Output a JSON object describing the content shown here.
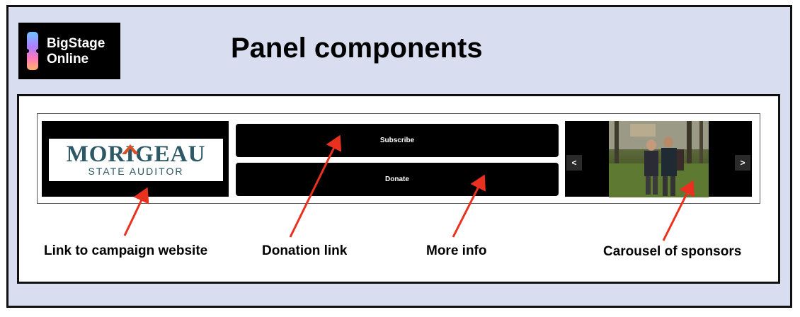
{
  "header": {
    "logo_text_line1": "BigStage",
    "logo_text_line2": "Online",
    "title": "Panel components"
  },
  "panel": {
    "campaign_logo_name": "MORIGEAU",
    "campaign_logo_subtitle": "STATE AUDITOR",
    "subscribe_label": "Subscribe",
    "donate_label": "Donate",
    "carousel_prev": "<",
    "carousel_next": ">"
  },
  "annotations": {
    "campaign_link": "Link to campaign website",
    "donation": "Donation link",
    "more_info": "More info",
    "carousel": "Carousel of sponsors"
  },
  "colors": {
    "background": "#d8deef",
    "arrow": "#e8311e",
    "logo_text": "#2d5865"
  }
}
